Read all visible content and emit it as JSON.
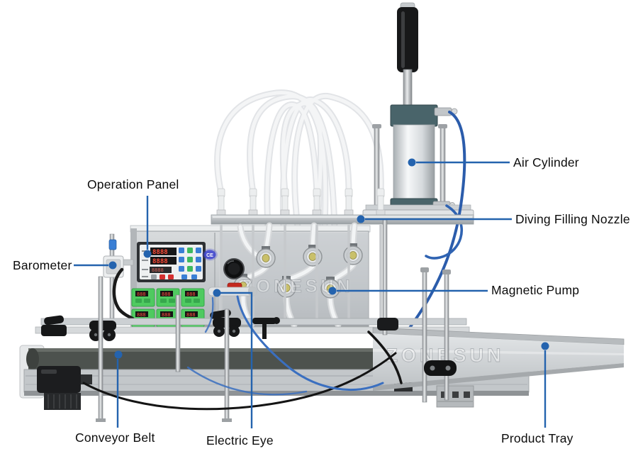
{
  "figure": {
    "type": "annotated-machine-diagram",
    "subject": "Desktop automatic liquid filling machine with conveyor",
    "watermark": "ZONESUN",
    "callout_color": "#2463ae",
    "label_color": "#0c0c0c"
  },
  "labels": [
    {
      "id": "operation-panel",
      "text": "Operation Panel"
    },
    {
      "id": "barometer",
      "text": "Barometer"
    },
    {
      "id": "air-cylinder",
      "text": "Air Cylinder"
    },
    {
      "id": "diving-filling-nozzle",
      "text": "Diving Filling Nozzle"
    },
    {
      "id": "magnetic-pump",
      "text": "Magnetic Pump"
    },
    {
      "id": "conveyor-belt",
      "text": "Conveyor Belt"
    },
    {
      "id": "electric-eye",
      "text": "Electric Eye"
    },
    {
      "id": "product-tray",
      "text": "Product Tray"
    }
  ],
  "panel": {
    "display1": "8888",
    "display2": "8888",
    "display3": "8888",
    "timer_digits": "888",
    "ce_mark": "CE"
  }
}
